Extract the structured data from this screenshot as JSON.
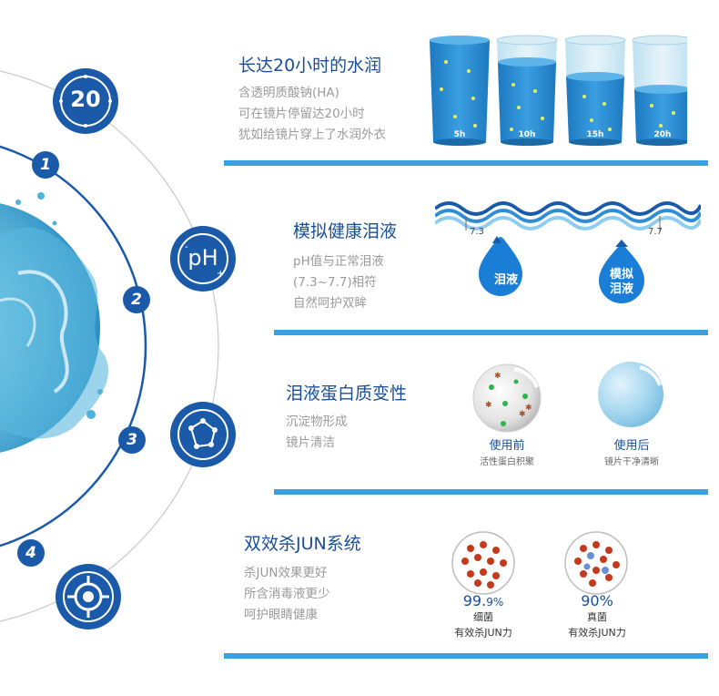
{
  "left_icons": {
    "top_number": "20",
    "ph_text": "pH",
    "steps": [
      "1",
      "2",
      "3",
      "4"
    ]
  },
  "sections": [
    {
      "title": "长达20小时的水润",
      "desc": "含透明质酸钠(HA)\n可在镜片停留达20小时\n犹如给镜片穿上了水润外衣",
      "glasses": [
        "5h",
        "10h",
        "15h",
        "20h"
      ]
    },
    {
      "title": "模拟健康泪液",
      "desc": "pH值与正常泪液\n(7.3~7.7)相符\n自然呵护双眸",
      "wave_left": "7.3",
      "wave_right": "7.7",
      "drop_left": "泪液",
      "drop_right": "模拟\n泪液"
    },
    {
      "title": "泪液蛋白质变性",
      "desc": "沉淀物形成\n镜片清洁",
      "before_label": "使用前",
      "before_sub": "活性蛋白积聚",
      "after_label": "使用后",
      "after_sub": "镜片干净清晰"
    },
    {
      "title": "双效杀JUN系统",
      "desc": "杀JUN效果更好\n所含消毒液更少\n呵护眼睛健康",
      "left_pct_main": "99.",
      "left_pct_small": "9%",
      "left_name": "细菌",
      "left_caption": "有效杀JUN力",
      "right_pct": "90%",
      "right_name": "真菌",
      "right_caption": "有效杀JUN力"
    }
  ],
  "colors": {
    "brand_blue": "#1a4f97",
    "bar_blue": "#3aa0e0",
    "text_gray": "#9a9a9a"
  }
}
